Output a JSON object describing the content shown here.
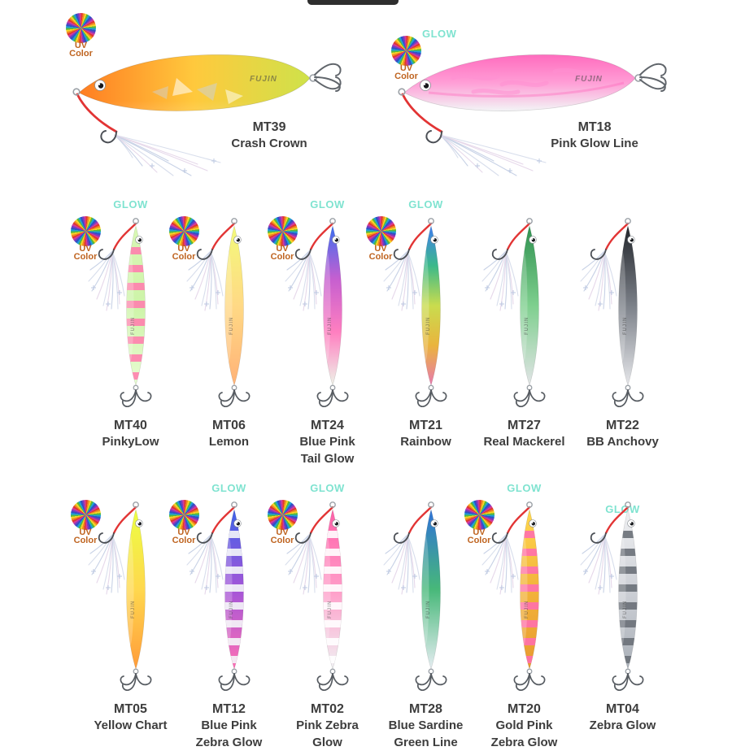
{
  "page": {
    "background": "#ffffff"
  },
  "labels": {
    "glow": "GLOW",
    "uv_line1": "UV",
    "uv_line2": "Color",
    "brand": "FUJIN"
  },
  "colors": {
    "glow_text": "#7fe3d0",
    "uv_text": "#bf6420",
    "label_text": "#3d3d3d",
    "cord": "#e23434",
    "hook": "#565b61",
    "ring": "#9aa0a6"
  },
  "rows": [
    {
      "items": [
        {
          "code": "MT39",
          "name_lines": [
            "Crash Crown"
          ],
          "uv": true,
          "glow": false,
          "orientation": "horizontal",
          "palette": [
            "#ff7d22",
            "#ffc93d",
            "#cfe24a"
          ],
          "gradient_dir": "x",
          "pattern": "facet"
        },
        {
          "code": "MT18",
          "name_lines": [
            "Pink Glow Line"
          ],
          "uv": true,
          "glow": true,
          "orientation": "horizontal",
          "palette": [
            "#ff6cbe",
            "#ff9ed6",
            "#f2f3f5"
          ],
          "gradient_dir": "y",
          "pattern": "camo"
        }
      ]
    },
    {
      "items": [
        {
          "code": "MT40",
          "name_lines": [
            "PinkyLow"
          ],
          "uv": true,
          "glow": true,
          "orientation": "vertical",
          "palette": [
            "#d9f8b6",
            "#cdf4a8",
            "#e8fbd2"
          ],
          "stripe_color": "#ff7fae"
        },
        {
          "code": "MT06",
          "name_lines": [
            "Lemon"
          ],
          "uv": true,
          "glow": false,
          "orientation": "vertical",
          "palette": [
            "#f3fa7a",
            "#ffd985",
            "#ffb277"
          ]
        },
        {
          "code": "MT24",
          "name_lines": [
            "Blue Pink",
            "Tail Glow"
          ],
          "uv": true,
          "glow": true,
          "orientation": "vertical",
          "palette": [
            "#3a6ef0",
            "#c65fd0",
            "#ff7fc0",
            "#eef3e8"
          ]
        },
        {
          "code": "MT21",
          "name_lines": [
            "Rainbow"
          ],
          "uv": true,
          "glow": true,
          "orientation": "vertical",
          "palette": [
            "#3f7df0",
            "#3cb98a",
            "#c9dc4e",
            "#eab43e",
            "#e87aae"
          ]
        },
        {
          "code": "MT27",
          "name_lines": [
            "Real Mackerel"
          ],
          "uv": false,
          "glow": false,
          "orientation": "vertical",
          "palette": [
            "#2f9150",
            "#7ecf8e",
            "#e2e4e6"
          ]
        },
        {
          "code": "MT22",
          "name_lines": [
            "BB Anchovy"
          ],
          "uv": false,
          "glow": false,
          "orientation": "vertical",
          "palette": [
            "#23262c",
            "#7b8088",
            "#e6e7ea"
          ]
        }
      ]
    },
    {
      "items": [
        {
          "code": "MT05",
          "name_lines": [
            "Yellow Chart"
          ],
          "uv": true,
          "glow": false,
          "orientation": "vertical",
          "palette": [
            "#ecff42",
            "#ffd84e",
            "#ff9c3a"
          ]
        },
        {
          "code": "MT12",
          "name_lines": [
            "Blue Pink",
            "Zebra Glow"
          ],
          "uv": true,
          "glow": true,
          "orientation": "vertical",
          "palette": [
            "#3f62e8",
            "#a455d8",
            "#ff6fb4"
          ],
          "stripe_color": "#f4f6f8"
        },
        {
          "code": "MT02",
          "name_lines": [
            "Pink Zebra",
            "Glow"
          ],
          "uv": true,
          "glow": true,
          "orientation": "vertical",
          "palette": [
            "#ff5fa8",
            "#ff9cc8",
            "#f0f1f3"
          ],
          "stripe_color": "#ffffff"
        },
        {
          "code": "MT28",
          "name_lines": [
            "Blue Sardine",
            "Green Line"
          ],
          "uv": false,
          "glow": false,
          "orientation": "vertical",
          "palette": [
            "#2e72d8",
            "#47b879",
            "#e6edf2"
          ]
        },
        {
          "code": "MT20",
          "name_lines": [
            "Gold Pink",
            "Zebra Glow"
          ],
          "uv": true,
          "glow": true,
          "orientation": "vertical",
          "palette": [
            "#ffd84e",
            "#f2b33a",
            "#e89a30"
          ],
          "stripe_color": "#ff6fae"
        },
        {
          "code": "MT04",
          "name_lines": [
            "Zebra Glow"
          ],
          "uv": false,
          "glow": true,
          "glow_low": true,
          "orientation": "vertical",
          "palette": [
            "#f0f1f3",
            "#cdd0d6",
            "#aab0b8"
          ],
          "stripe_color": "#6a7078"
        }
      ]
    }
  ]
}
